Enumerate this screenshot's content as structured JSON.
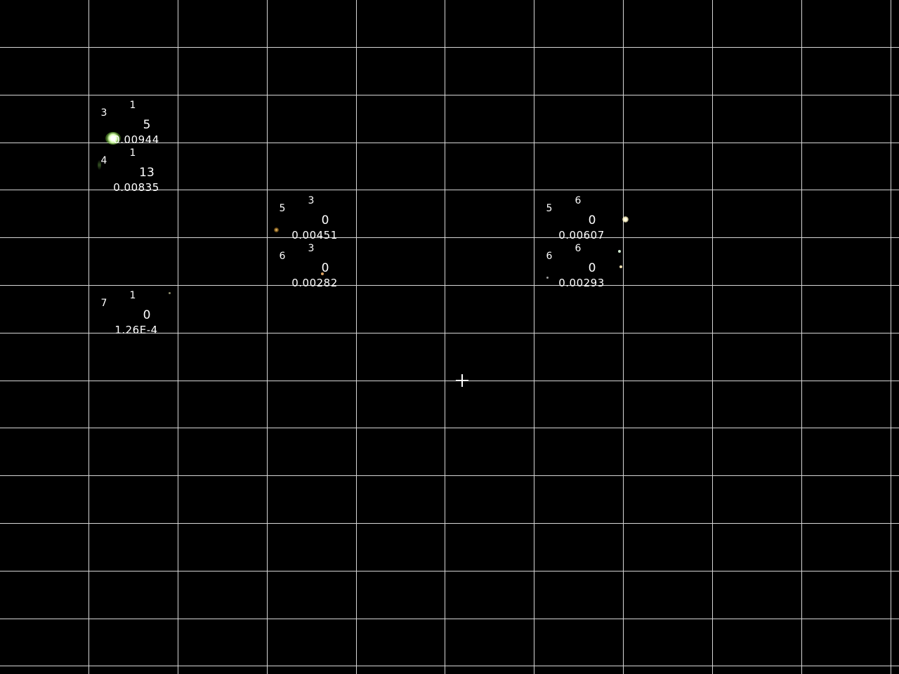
{
  "cells": [
    {
      "row": "1",
      "col": "3",
      "count": "5",
      "value": "0.00944"
    },
    {
      "row": "1",
      "col": "4",
      "count": "13",
      "value": "0.00835"
    },
    {
      "row": "3",
      "col": "5",
      "count": "0",
      "value": "0.00451"
    },
    {
      "row": "3",
      "col": "6",
      "count": "0",
      "value": "0.00282"
    },
    {
      "row": "6",
      "col": "5",
      "count": "0",
      "value": "0.00607"
    },
    {
      "row": "6",
      "col": "6",
      "count": "0",
      "value": "0.00293"
    },
    {
      "row": "1",
      "col": "7",
      "count": "0",
      "value": "1.26E-4"
    }
  ],
  "colors": {
    "background": "#000000",
    "grid": "#d6d6d6",
    "text": "#ffffff"
  }
}
